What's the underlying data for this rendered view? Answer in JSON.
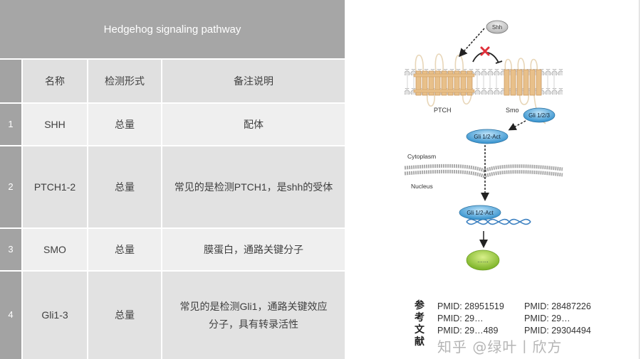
{
  "table": {
    "title": "Hedgehog signaling pathway",
    "headers": [
      "名称",
      "检测形式",
      "备注说明"
    ],
    "rows": [
      {
        "index": "1",
        "name": "SHH",
        "form": "总量",
        "note": "配体"
      },
      {
        "index": "2",
        "name": "PTCH1-2",
        "form": "总量",
        "note": "常见的是检测PTCH1，是shh的受体"
      },
      {
        "index": "3",
        "name": "SMO",
        "form": "总量",
        "note": "膜蛋白，通路关键分子"
      },
      {
        "index": "4",
        "name": "Gli1-3",
        "form": "总量",
        "note": "常见的是检测Gli1，通路关键效应分子，具有转录活性"
      }
    ]
  },
  "diagram": {
    "labels": {
      "shh": "Shh",
      "ptch": "PTCH",
      "smo": "Smo",
      "gli123": "Gli 1/2/3",
      "gli_act_cyto": "Gli 1/2-Act",
      "cytoplasm": "Cytoplasm",
      "nucleus": "Nucleus",
      "gli_act_nuc": "Gli 1/2-Act",
      "target": "……"
    },
    "colors": {
      "receptor": "#e8c08a",
      "receptor_stripe": "#c9955a",
      "gli": "#5aaee0",
      "target": "#9ccb3b",
      "inhibit_x": "#e0303a",
      "dna": "#3a7fc0"
    }
  },
  "references": {
    "label": "参考文献",
    "pmids": [
      "PMID: 28951519",
      "PMID: 28487226",
      "PMID: 29…",
      "PMID: 29…",
      "PMID: 29…489",
      "PMID: 29304494"
    ]
  },
  "watermark": "知乎 @绿叶丨欣方"
}
